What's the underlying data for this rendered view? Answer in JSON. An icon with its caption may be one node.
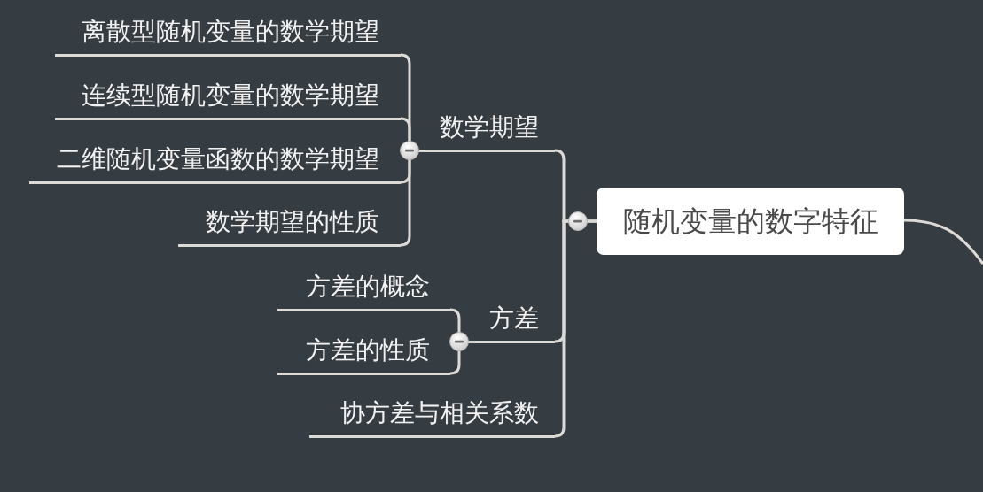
{
  "diagram": {
    "nodes": [
      {
        "text": [
          "随机变量的数字特征"
        ]
      },
      {
        "text": [
          "数学期望"
        ]
      },
      {
        "text": [
          "离散型随机变量的数学期望"
        ]
      },
      {
        "text": [
          "连续型随机变量的数学期望"
        ]
      },
      {
        "text": [
          "二维随机变量函数的数学期望"
        ]
      },
      {
        "text": [
          "数学期望的性质"
        ]
      },
      {
        "text": [
          "方差"
        ]
      },
      {
        "text": [
          "方差的概念"
        ]
      },
      {
        "text": [
          "方差的性质"
        ]
      },
      {
        "text": [
          "协方差与相关系数"
        ]
      }
    ],
    "edges": [
      {
        "from": 0,
        "to": 1,
        "arrow": "none"
      },
      {
        "from": 0,
        "to": 6,
        "arrow": "none"
      },
      {
        "from": 0,
        "to": 9,
        "arrow": "none"
      },
      {
        "from": 1,
        "to": 2,
        "arrow": "none"
      },
      {
        "from": 1,
        "to": 3,
        "arrow": "none"
      },
      {
        "from": 1,
        "to": 4,
        "arrow": "none"
      },
      {
        "from": 1,
        "to": 5,
        "arrow": "none"
      },
      {
        "from": 6,
        "to": 7,
        "arrow": "none"
      },
      {
        "from": 6,
        "to": 8,
        "arrow": "none"
      },
      {
        "from": 0,
        "to": null,
        "arrow": "none"
      }
    ]
  }
}
